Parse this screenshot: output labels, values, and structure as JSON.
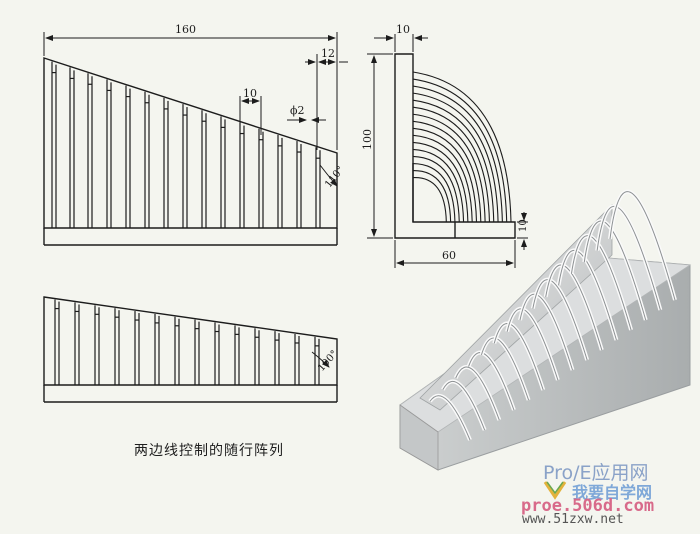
{
  "drawing": {
    "dim_top_width": "160",
    "dim_right_gap": "12",
    "dim_pitch": "10",
    "dim_diameter": "ϕ2",
    "dim_angle_top": "110°",
    "dim_angle_bottom": "100°",
    "dim_side_width": "10",
    "dim_side_height": "100",
    "dim_side_base": "60",
    "dim_side_foot": "10"
  },
  "caption": "两边线控制的随行阵列",
  "watermark": {
    "line1": "Pro/E应用网",
    "line2": "我要自学网",
    "line3": "proe.506d.com",
    "line4": "www.51zxw.net"
  },
  "colors": {
    "line": "#1c1c1c",
    "background": "#f4f5ef",
    "model_gray": "#d4d6d6"
  }
}
